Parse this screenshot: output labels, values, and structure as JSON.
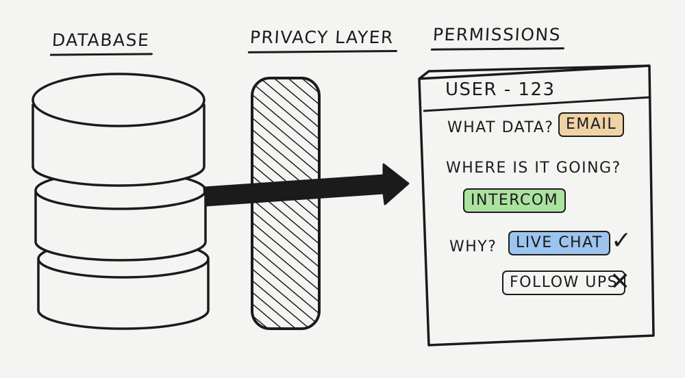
{
  "headings": {
    "database": "DATABASE",
    "privacy_layer": "PRIVACY LAYER",
    "permissions": "PERMISSIONS"
  },
  "panel": {
    "user_id": "USER - 123",
    "what_data_question": "WHAT DATA?",
    "data_tag": "EMAIL",
    "where_question": "WHERE IS IT GOING?",
    "destination_tag": "INTERCOM",
    "why_question": "WHY?",
    "purposes": [
      {
        "label": "LIVE CHAT",
        "mark": "✓"
      },
      {
        "label": "FOLLOW UPS",
        "mark": "✕"
      }
    ]
  },
  "colors": {
    "ink": "#1b1b1b",
    "paper": "#f4f4f2",
    "email_tag": "#efd2a6",
    "intercom_tag": "#abe2a0",
    "live_chat_tag": "#9cc4ef",
    "follow_ups_tag": "#f4f4f2"
  },
  "icons": {
    "database": "database-cylinder-icon",
    "privacy_layer": "privacy-filter-icon",
    "flow_arrow": "arrow-right-icon",
    "allowed": "check-mark-icon",
    "denied": "cross-mark-icon"
  }
}
